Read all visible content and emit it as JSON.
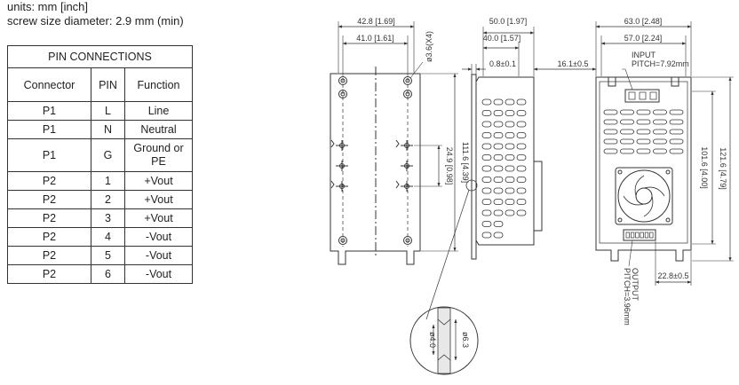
{
  "notes": {
    "units": "units: mm [inch]",
    "screw": "screw size diameter: 2.9 mm (min)"
  },
  "pin_table": {
    "title": "PIN CONNECTIONS",
    "headers": [
      "Connector",
      "PIN",
      "Function"
    ],
    "rows": [
      [
        "P1",
        "L",
        "Line"
      ],
      [
        "P1",
        "N",
        "Neutral"
      ],
      [
        "P1",
        "G",
        "Ground or PE"
      ],
      [
        "P2",
        "1",
        "+Vout"
      ],
      [
        "P2",
        "2",
        "+Vout"
      ],
      [
        "P2",
        "3",
        "+Vout"
      ],
      [
        "P2",
        "4",
        "-Vout"
      ],
      [
        "P2",
        "5",
        "-Vout"
      ],
      [
        "P2",
        "6",
        "-Vout"
      ]
    ]
  },
  "dimensions": {
    "d1": "42.8 [1.69]",
    "d2": "41.0 [1.61]",
    "d3": "50.0 [1.97]",
    "d4": "40.0 [1.57]",
    "d5": "0.8±0.1",
    "d6": "16.1±0.5",
    "d7": "63.0 [2.48]",
    "d8": "57.0 [2.24]",
    "d9": "111.6 [4.39]",
    "d10": "24.9 [0.98]",
    "d11": "101.6 [4.00]",
    "d12": "121.6 [4.79]",
    "d13": "22.8±0.5",
    "hole": "ø3.6(X4)",
    "detail_outer": "ø6.3",
    "detail_inner": "ø4.0"
  },
  "labels": {
    "input": "INPUT",
    "input_pitch": "PITCH=7.92mm",
    "output": "OUTPUT",
    "output_pitch": "PITCH=3.96mm"
  }
}
